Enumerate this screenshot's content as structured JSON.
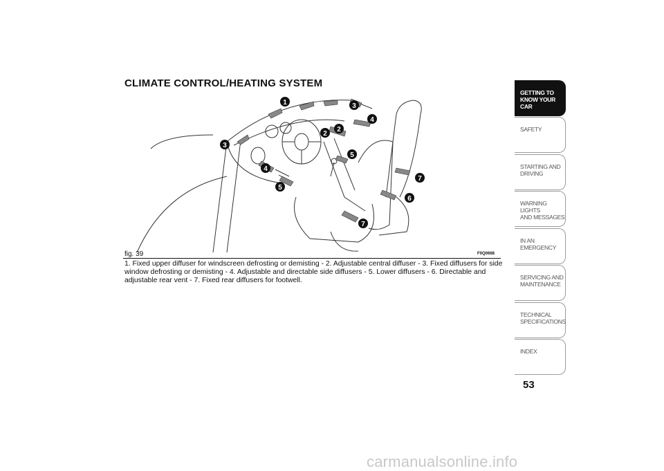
{
  "page": {
    "title": "CLIMATE CONTROL/HEATING SYSTEM",
    "page_number": "53",
    "watermark": "carmanualsonline.info"
  },
  "figure": {
    "label": "fig. 39",
    "code": "F0Q0668",
    "markers": [
      "1",
      "2",
      "2",
      "3",
      "3",
      "4",
      "4",
      "5",
      "5",
      "6",
      "7",
      "7"
    ]
  },
  "caption": "1. Fixed upper diffuser for windscreen defrosting or demisting - 2. Adjustable central diffuser - 3. Fixed diffusers for side window defrosting or demisting - 4. Adjustable and directable side diffusers - 5. Lower diffusers - 6. Directable and adjustable rear vent - 7. Fixed rear diffusers for footwell.",
  "sidebar": {
    "tabs": [
      {
        "label": "GETTING TO\nKNOW YOUR CAR",
        "active": true
      },
      {
        "label": "SAFETY",
        "active": false
      },
      {
        "label": "STARTING AND\nDRIVING",
        "active": false
      },
      {
        "label": "WARNING LIGHTS\nAND MESSAGES",
        "active": false
      },
      {
        "label": "IN AN EMERGENCY",
        "active": false
      },
      {
        "label": "SERVICING AND\nMAINTENANCE",
        "active": false
      },
      {
        "label": "TECHNICAL\nSPECIFICATIONS",
        "active": false
      },
      {
        "label": "INDEX",
        "active": false
      }
    ]
  }
}
